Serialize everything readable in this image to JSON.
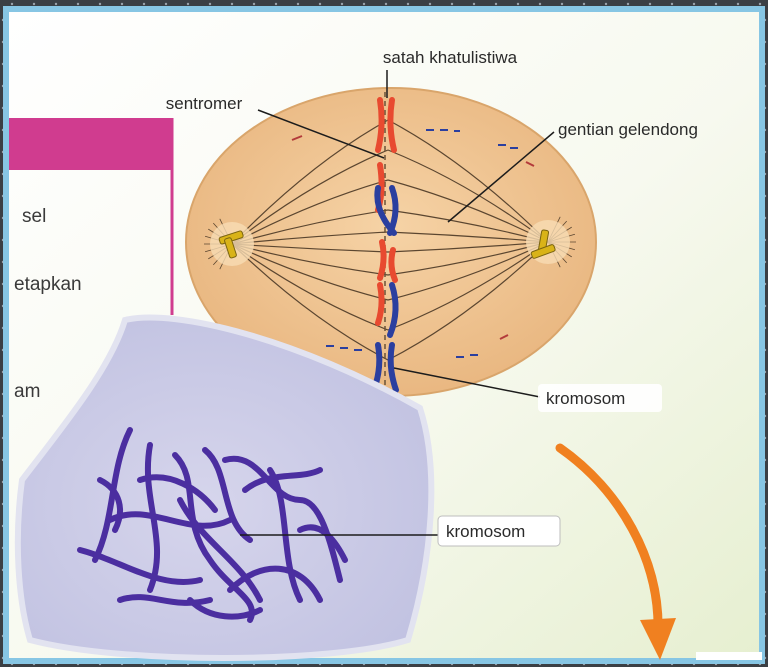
{
  "labels": {
    "equatorial_plane": "satah khatulistiwa",
    "centromere": "sentromer",
    "spindle_fibre": "gentian gelendong",
    "chromosome_diagram": "kromosom",
    "chromosome_micrograph": "kromosom"
  },
  "side_text": [
    "sel",
    "etapkan",
    "am"
  ],
  "colors": {
    "frame": "#87c6e4",
    "cell": "#f0c48f",
    "chromosome_red": "#e84a30",
    "chromosome_blue": "#2b3f9f",
    "centriole": "#d9b318",
    "side_header": "#d03c8f",
    "arrow": "#f08020",
    "micrograph_bg": "#cfd0e8",
    "micrograph_chromosome": "#4b2ea0"
  },
  "icons": [
    "centriole-left-icon",
    "centriole-right-icon",
    "curved-arrow-icon"
  ]
}
